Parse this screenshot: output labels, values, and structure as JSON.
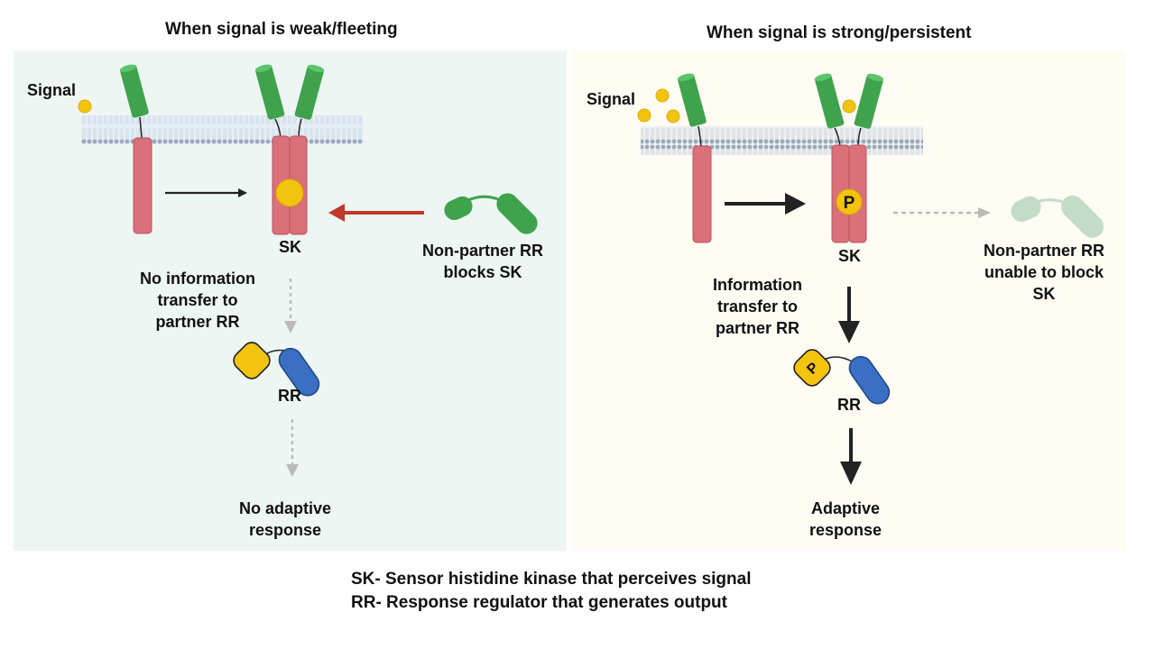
{
  "panels": {
    "left": {
      "title": "When signal is weak/fleeting",
      "signal_label": "Signal",
      "sk_label": "SK",
      "nonpartner_label_line1": "Non-partner RR",
      "nonpartner_label_line2": "blocks SK",
      "transfer_label_line1": "No information",
      "transfer_label_line2": "transfer to",
      "transfer_label_line3": "partner RR",
      "rr_label": "RR",
      "response_label_line1": "No adaptive",
      "response_label_line2": "response",
      "background": "#eef6f3"
    },
    "right": {
      "title": "When signal is strong/persistent",
      "signal_label": "Signal",
      "sk_label": "SK",
      "phospho_label": "P",
      "rr_phospho_label": "P",
      "nonpartner_label_line1": "Non-partner RR",
      "nonpartner_label_line2": "unable to block",
      "nonpartner_label_line3": "SK",
      "transfer_label_line1": "Information",
      "transfer_label_line2": "transfer to",
      "transfer_label_line3": "partner RR",
      "rr_label": "RR",
      "response_label_line1": "Adaptive",
      "response_label_line2": "response",
      "background": "#fefcf3"
    }
  },
  "legend": {
    "line1": "SK- Sensor histidine kinase that perceives signal",
    "line2": "RR- Response regulator that generates output"
  },
  "colors": {
    "receptor_green": "#3fa34d",
    "kinase_red": "#d9707a",
    "signal_yellow": "#f2c40f",
    "rr_blue": "#3a6fc4",
    "block_arrow_red": "#c0392b",
    "membrane_gray": "#9aa9bb",
    "faded_green": "#c3dcc8",
    "dotted_gray": "#bbbbbb"
  }
}
